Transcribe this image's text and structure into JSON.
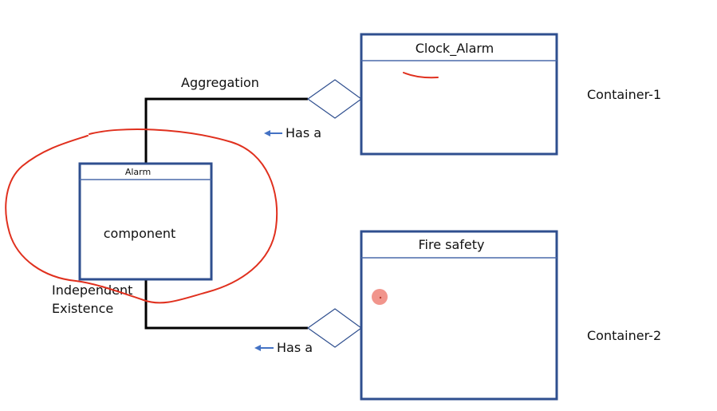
{
  "colors": {
    "box_border": "#2f4f8f",
    "connector": "#000000",
    "arrow": "#4472c4",
    "annotation": "#e0301e",
    "pointer": "#f08a80"
  },
  "diagram": {
    "relation_label": "Aggregation",
    "component_box": {
      "title": "Alarm",
      "body": "component"
    },
    "component_note": {
      "line1": "Independent",
      "line2": "Existence"
    },
    "containers": [
      {
        "title": "Clock_Alarm",
        "label": "Container-1",
        "has_a": "Has a"
      },
      {
        "title": "Fire safety",
        "label": "Container-2",
        "has_a": "Has a"
      }
    ]
  }
}
